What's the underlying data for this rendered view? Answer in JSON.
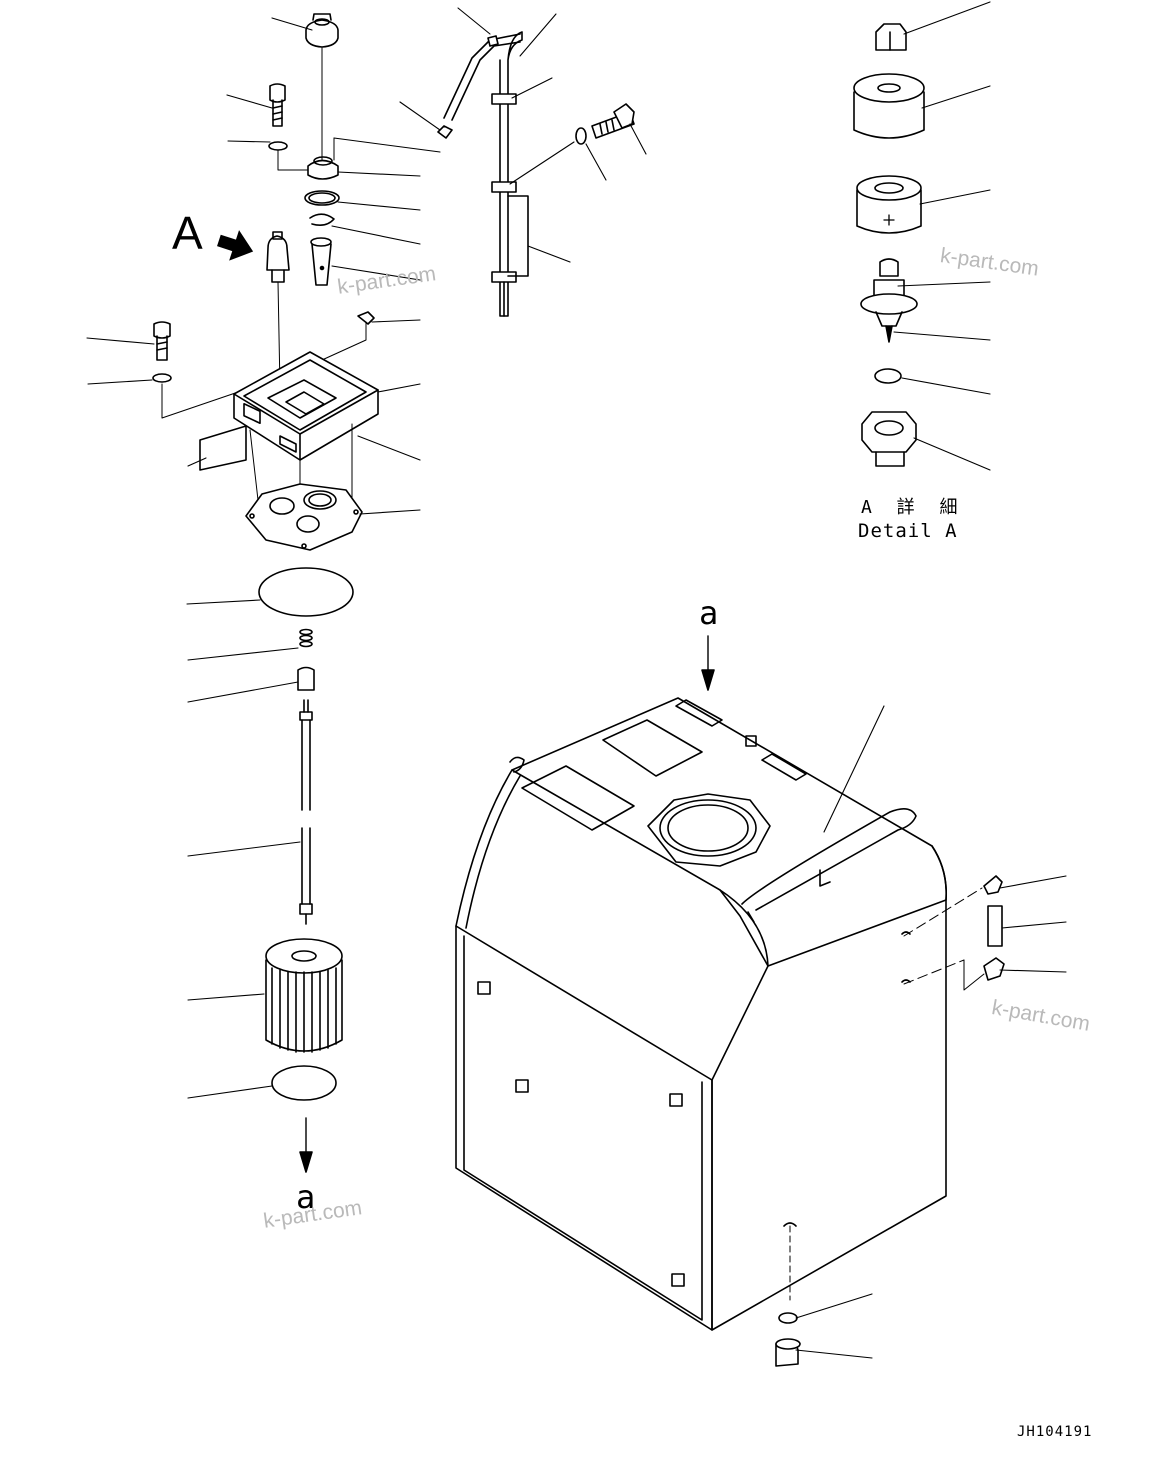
{
  "view_label": "A",
  "flow_label_top": "a",
  "flow_label_bottom": "a",
  "detail_title_jp": "A 詳 細",
  "detail_title_en": "Detail A",
  "watermark": "k-part.com",
  "drawing_code": "JH104191",
  "icons": {
    "view_arrow": "view-direction-arrow-icon"
  }
}
